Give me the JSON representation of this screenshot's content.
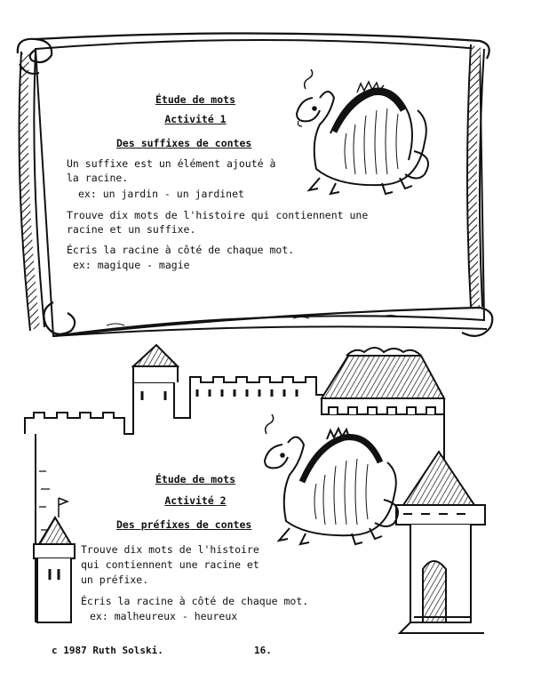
{
  "activity1": {
    "heading": "Étude de mots",
    "activity": "Activité 1",
    "subtitle": "Des suffixes de contes",
    "lines": [
      "Un suffixe est un élément ajouté à",
      "la racine.",
      "ex: un jardin - un jardinet",
      "Trouve dix mots de l'histoire qui contiennent une",
      "racine et un suffixe.",
      "Écris la racine à côté de chaque mot.",
      "ex: magique - magie"
    ]
  },
  "activity2": {
    "heading": "Étude de mots",
    "activity": "Activité 2",
    "subtitle": "Des préfixes de contes",
    "lines": [
      "Trouve dix mots de l'histoire",
      "qui contiennent une racine et",
      "un préfixe.",
      "Écris la racine à côté de chaque mot.",
      "ex: malheureux - heureux"
    ]
  },
  "footer": {
    "copyright": "c 1987 Ruth Solski.",
    "page_number": "16."
  }
}
